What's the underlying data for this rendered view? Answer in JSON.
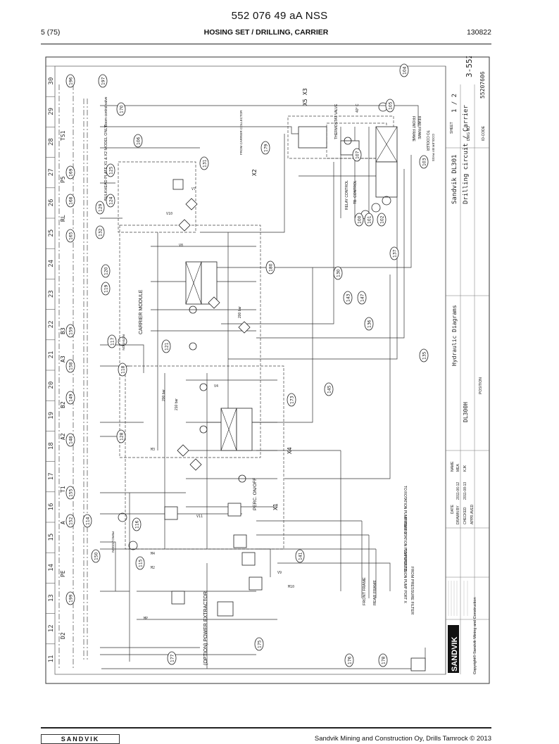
{
  "header": {
    "doc_number": "552 076 49 aA NSS",
    "page": "5 (75)",
    "title": "HOSING SET / DRILLING, CARRIER",
    "date": "130822"
  },
  "drawing": {
    "grid_columns": [
      "11",
      "12",
      "13",
      "14",
      "15",
      "16",
      "17",
      "18",
      "19",
      "20",
      "21",
      "22",
      "23",
      "24",
      "25",
      "26",
      "27",
      "28",
      "29",
      "30"
    ],
    "port_labels": [
      "D2",
      "PE",
      "A",
      "T1",
      "A2",
      "B2",
      "A3",
      "B3",
      "RL",
      "P5",
      "TS1"
    ],
    "callouts": [
      "103",
      "104",
      "105",
      "106",
      "107",
      "114",
      "115",
      "116",
      "117",
      "118",
      "119",
      "120",
      "121",
      "124",
      "125",
      "128",
      "129",
      "130",
      "131",
      "132",
      "135",
      "136",
      "137",
      "141",
      "143",
      "145",
      "147",
      "148",
      "149",
      "150",
      "152",
      "155",
      "158",
      "159",
      "165",
      "168",
      "169",
      "170",
      "173",
      "175",
      "176",
      "177",
      "178",
      "179",
      "180",
      "196",
      "197",
      "199",
      "100",
      "101",
      "102"
    ],
    "texts": {
      "carrier_module": "CARRIER MODULE",
      "bulkhead": "BULKHEAD PLATE X1 & X2 MODEL ONLY",
      "boom_control": "Boom control valve",
      "thermostat": "THERMOSTAT VALVE",
      "thermo_temp": "40° C",
      "front_frame_a": "FRONT FRAME",
      "rear_frame_a": "REAR FRAME",
      "front_frame_b": "FRONT FRAME",
      "rear_frame_b": "REAR FRAME",
      "to_cooler": "TO COOLER",
      "cooler_bypass": "COOLER BY PASS",
      "from_carrier": "FROM CARRIER COLLECTOR",
      "relay_control": "RELAY CONTROL",
      "tb_control": "TB. CONTROL",
      "perc_onoff": "PERC. ON/OFF",
      "option_power": "(OPTION) POWER EXTRACTOR",
      "from_pressure": "FROM PRESSURE FILTER",
      "to_perc_port": "TO PERCUSSION PUMP PORT X",
      "from_rot_b": "FROM ROTATION PUMP PORT B",
      "to_rot_port": "TO ROTATION PUMP PORT X",
      "percussion": "PERCUSSION",
      "rotation": "ROTATION",
      "pressure_200": "200 bar",
      "pressure_210": "210 bar",
      "pressure_200b": "200 bar",
      "x1": "X1",
      "x2": "X2",
      "x3": "X3",
      "x4": "X4",
      "x5": "X5"
    },
    "title_block": {
      "sheet_label": "SHEET",
      "sheet": "1 / 2",
      "drawing_no": "3-55207606-A",
      "dwg_label": "DWG NO",
      "id_label": "ID-CODE",
      "id_code": "55207606",
      "company": "Sandvik DL301",
      "subtitle": "Drilling circuit / Carrier",
      "doc_type": "Hydraulic Diagrams",
      "model": "DL300H",
      "position_label": "POSITION",
      "date_label": "DATE",
      "name_label": "NAME",
      "drawn_label": "DRAWN BY",
      "drawn_date": "2011-06-12",
      "drawn_name": "MEA",
      "checked_label": "CHECKED",
      "checked_date": "2011-08-13",
      "checked_name": "KJK",
      "approved_label": "APPR.AVED",
      "brand": "SANDVIK",
      "copyright": "Copyright© Sandvik Mining and Construction"
    }
  },
  "footer": {
    "logo": "SANDVIK",
    "right": "Sandvik Mining and Construction Oy, Drills Tamrock © 2013"
  }
}
